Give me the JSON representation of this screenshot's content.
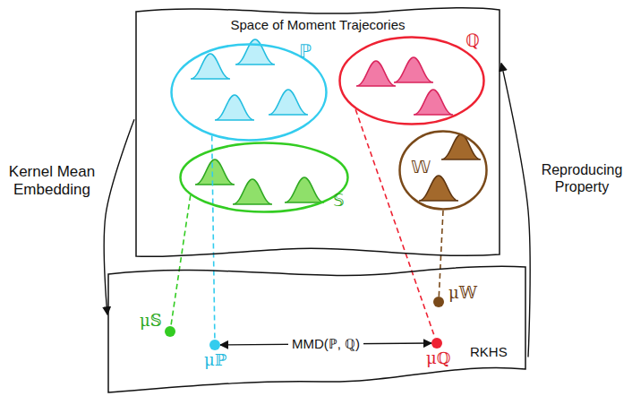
{
  "diagram": {
    "nodes": [
      {
        "text": [
          "Space of Moment Trajecories"
        ]
      },
      {
        "text": [
          "ℙ"
        ],
        "in": 0
      },
      {
        "text": [
          "ℚ"
        ],
        "in": 0
      },
      {
        "text": [
          "𝕊"
        ],
        "in": 0
      },
      {
        "text": [
          "𝕎"
        ],
        "in": 0
      },
      {
        "text": [
          "RKHS"
        ]
      },
      {
        "text": [
          "μ𝕊"
        ],
        "in": 5
      },
      {
        "text": [
          "μℙ"
        ],
        "in": 5
      },
      {
        "text": [
          "μℚ"
        ],
        "in": 5
      },
      {
        "text": [
          "μ𝕎"
        ],
        "in": 5
      }
    ],
    "edges": [
      {
        "from": 3,
        "to": 6,
        "arrow": "none"
      },
      {
        "from": 1,
        "to": 7,
        "arrow": "none"
      },
      {
        "from": 2,
        "to": 8,
        "arrow": "none"
      },
      {
        "from": 4,
        "to": 9,
        "arrow": "none"
      },
      {
        "from": 7,
        "to": 8,
        "label": "MMD(ℙ, ℚ)",
        "arrow": "both"
      },
      {
        "from": 0,
        "to": 5,
        "label": "Kernel Mean Embedding",
        "arrow": "to"
      },
      {
        "from": 5,
        "to": 0,
        "label": "Reproducing Property",
        "arrow": "to"
      }
    ]
  }
}
